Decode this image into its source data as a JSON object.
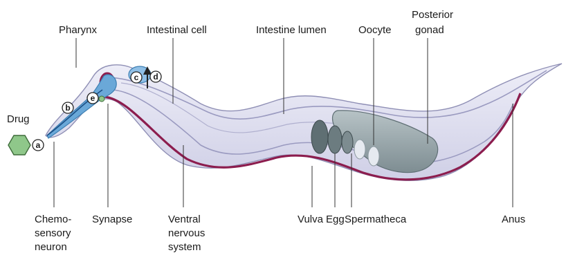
{
  "colors": {
    "worm_body": "#dcdcf0",
    "worm_outline": "#8f8fb5",
    "nerve_cord": "#8c1d4e",
    "pharynx": "#6aa8d8",
    "gonad": "#8e9ea3",
    "eggs": "#5f6f73",
    "drug": "#8fc78a"
  },
  "labels": {
    "drug": "Drug",
    "pharynx": "Pharynx",
    "intestinal_cell": "Intestinal cell",
    "intestine_lumen": "Intestine lumen",
    "oocyte": "Oocyte",
    "posterior_gonad_1": "Posterior",
    "posterior_gonad_2": "gonad",
    "chemosensory_1": "Chemo-",
    "chemosensory_2": "sensory",
    "chemosensory_3": "neuron",
    "synapse": "Synapse",
    "ventral_1": "Ventral",
    "ventral_2": "nervous",
    "ventral_3": "system",
    "vulva": "Vulva",
    "egg": "Egg",
    "spermatheca": "Spermatheca",
    "anus": "Anus"
  },
  "markers": {
    "a": "a",
    "b": "b",
    "c": "c",
    "d": "d",
    "e": "e"
  }
}
